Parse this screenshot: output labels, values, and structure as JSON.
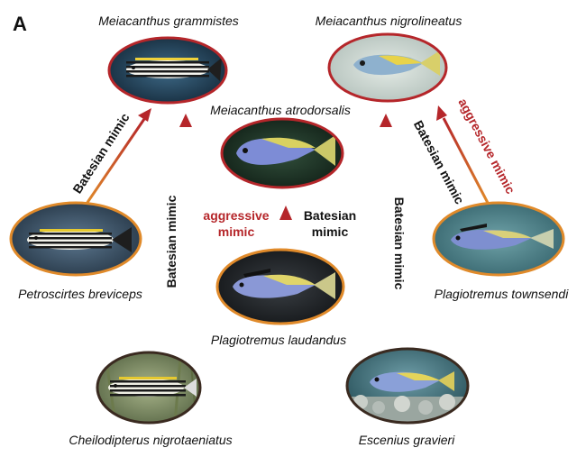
{
  "panel_label": "A",
  "species": {
    "grammistes": "Meiacanthus grammistes",
    "nigrolineatus": "Meiacanthus nigrolineatus",
    "atrodorsalis": "Meiacanthus atrodorsalis",
    "breviceps": "Petroscirtes breviceps",
    "townsendi": "Plagiotremus townsendi",
    "laudandus": "Plagiotremus laudandus",
    "nigrotaeniatus": "Cheilodipterus nigrotaeniatus",
    "gravieri": "Escenius gravieri"
  },
  "relationships": {
    "breviceps_to_grammistes": "Batesian mimic",
    "nigrotaeniatus_to_grammistes": "Batesian mimic",
    "laudandus_aggressive_line1": "aggressive",
    "laudandus_aggressive_line2": "mimic",
    "laudandus_batesian_line1": "Batesian",
    "laudandus_batesian_line2": "mimic",
    "gravieri_to_nigrolineatus": "Batesian mimic",
    "townsendi_batesian": "Batesian mimic",
    "townsendi_aggressive": "aggressive mimic"
  },
  "colors": {
    "model_ring": "#b5262a",
    "mimic_ring": "#e08a2a",
    "arrow_red": "#b5262a",
    "arrow_orange": "#e08a2a",
    "arrow_dark": "#3a1a12",
    "aggressive_text": "#b5262a",
    "batesian_text": "#111111"
  }
}
